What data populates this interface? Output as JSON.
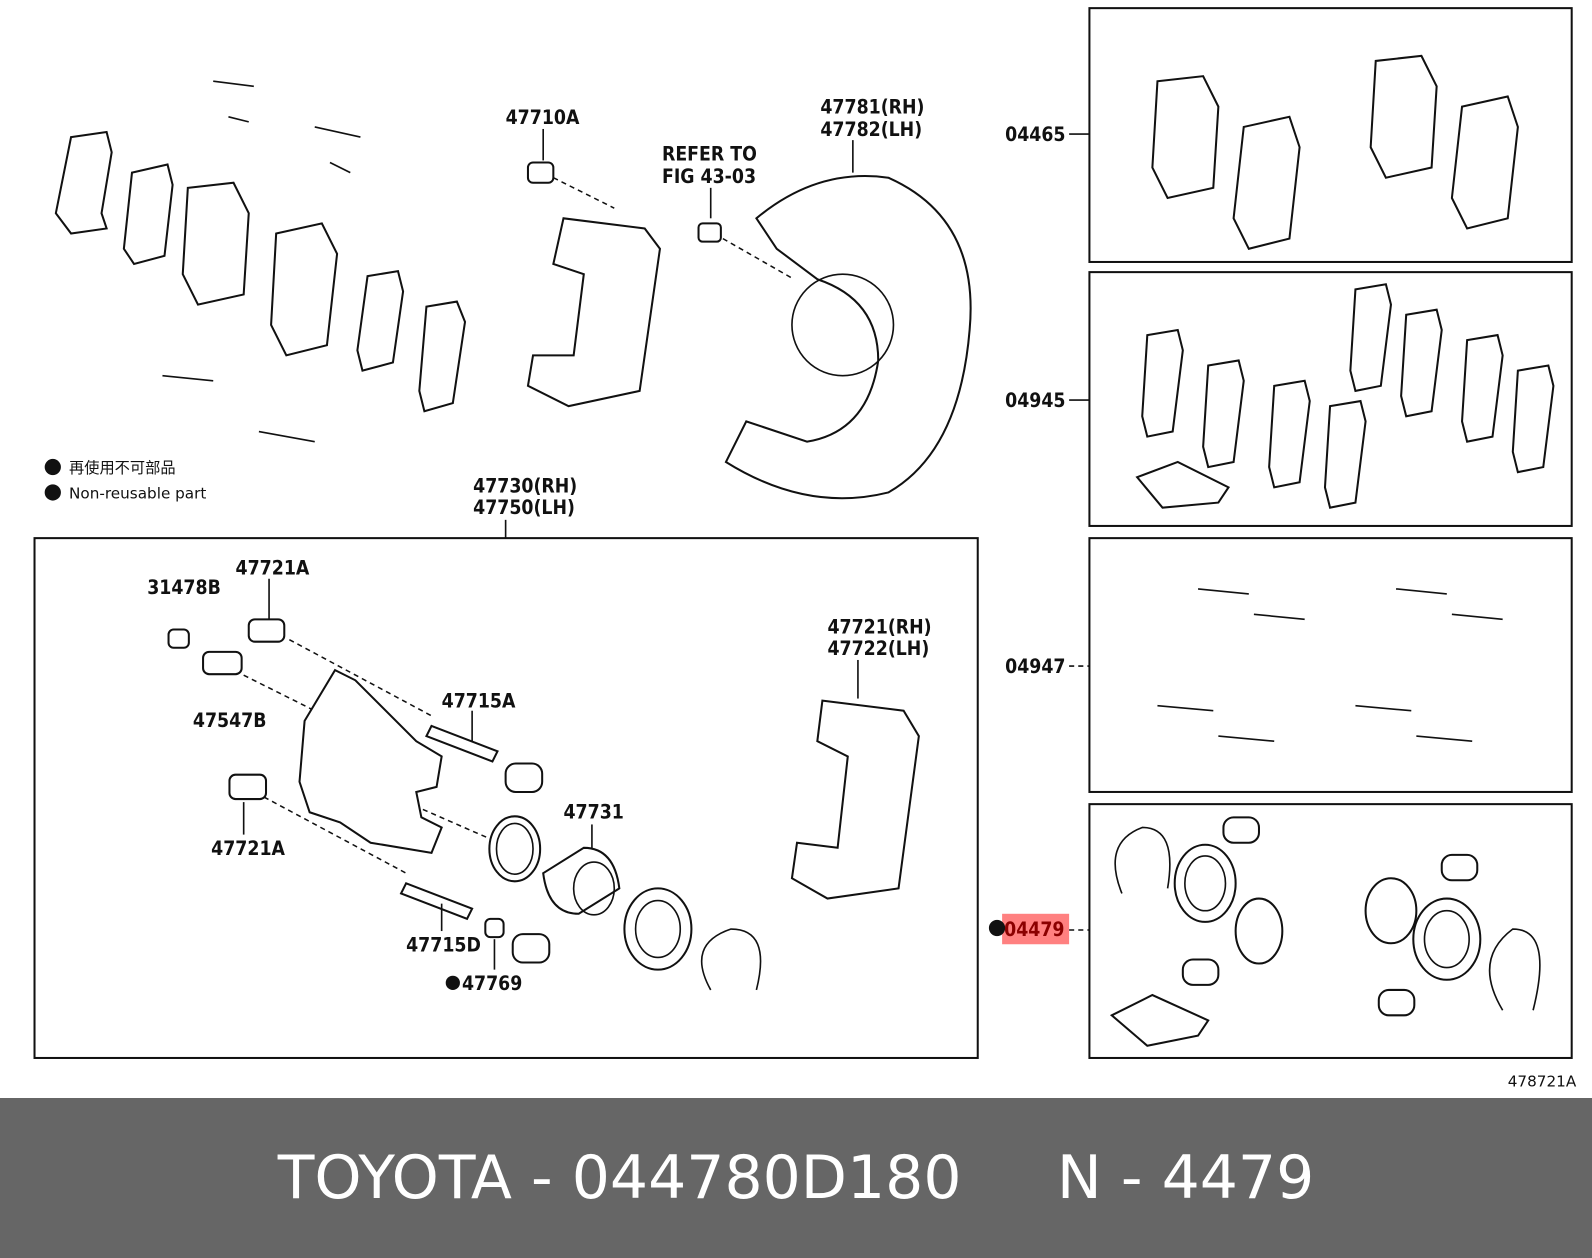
{
  "diagram": {
    "legend": {
      "jp": "再使用不可部品",
      "en": "Non-reusable part"
    },
    "callouts": {
      "c47710A": "47710A",
      "refer1": "REFER TO",
      "refer2": "FIG 43-03",
      "c47781": "47781(RH)",
      "c47782": "47782(LH)",
      "c47730": "47730(RH)",
      "c47750": "47750(LH)",
      "c31478B": "31478B",
      "c47721A_top": "47721A",
      "c47547B": "47547B",
      "c47715A": "47715A",
      "c47721A_bot": "47721A",
      "c47731": "47731",
      "c47715D": "47715D",
      "c47769": "47769",
      "c47721": "47721(RH)",
      "c47722": "47722(LH)",
      "c04465": "04465",
      "c04945": "04945",
      "c04947": "04947",
      "c04479": "04479",
      "figure_id": "478721A"
    },
    "highlight_color": "#ff8080"
  },
  "footer": {
    "brand_part": "TOYOTA - 044780D180",
    "code": "N - 4479"
  }
}
